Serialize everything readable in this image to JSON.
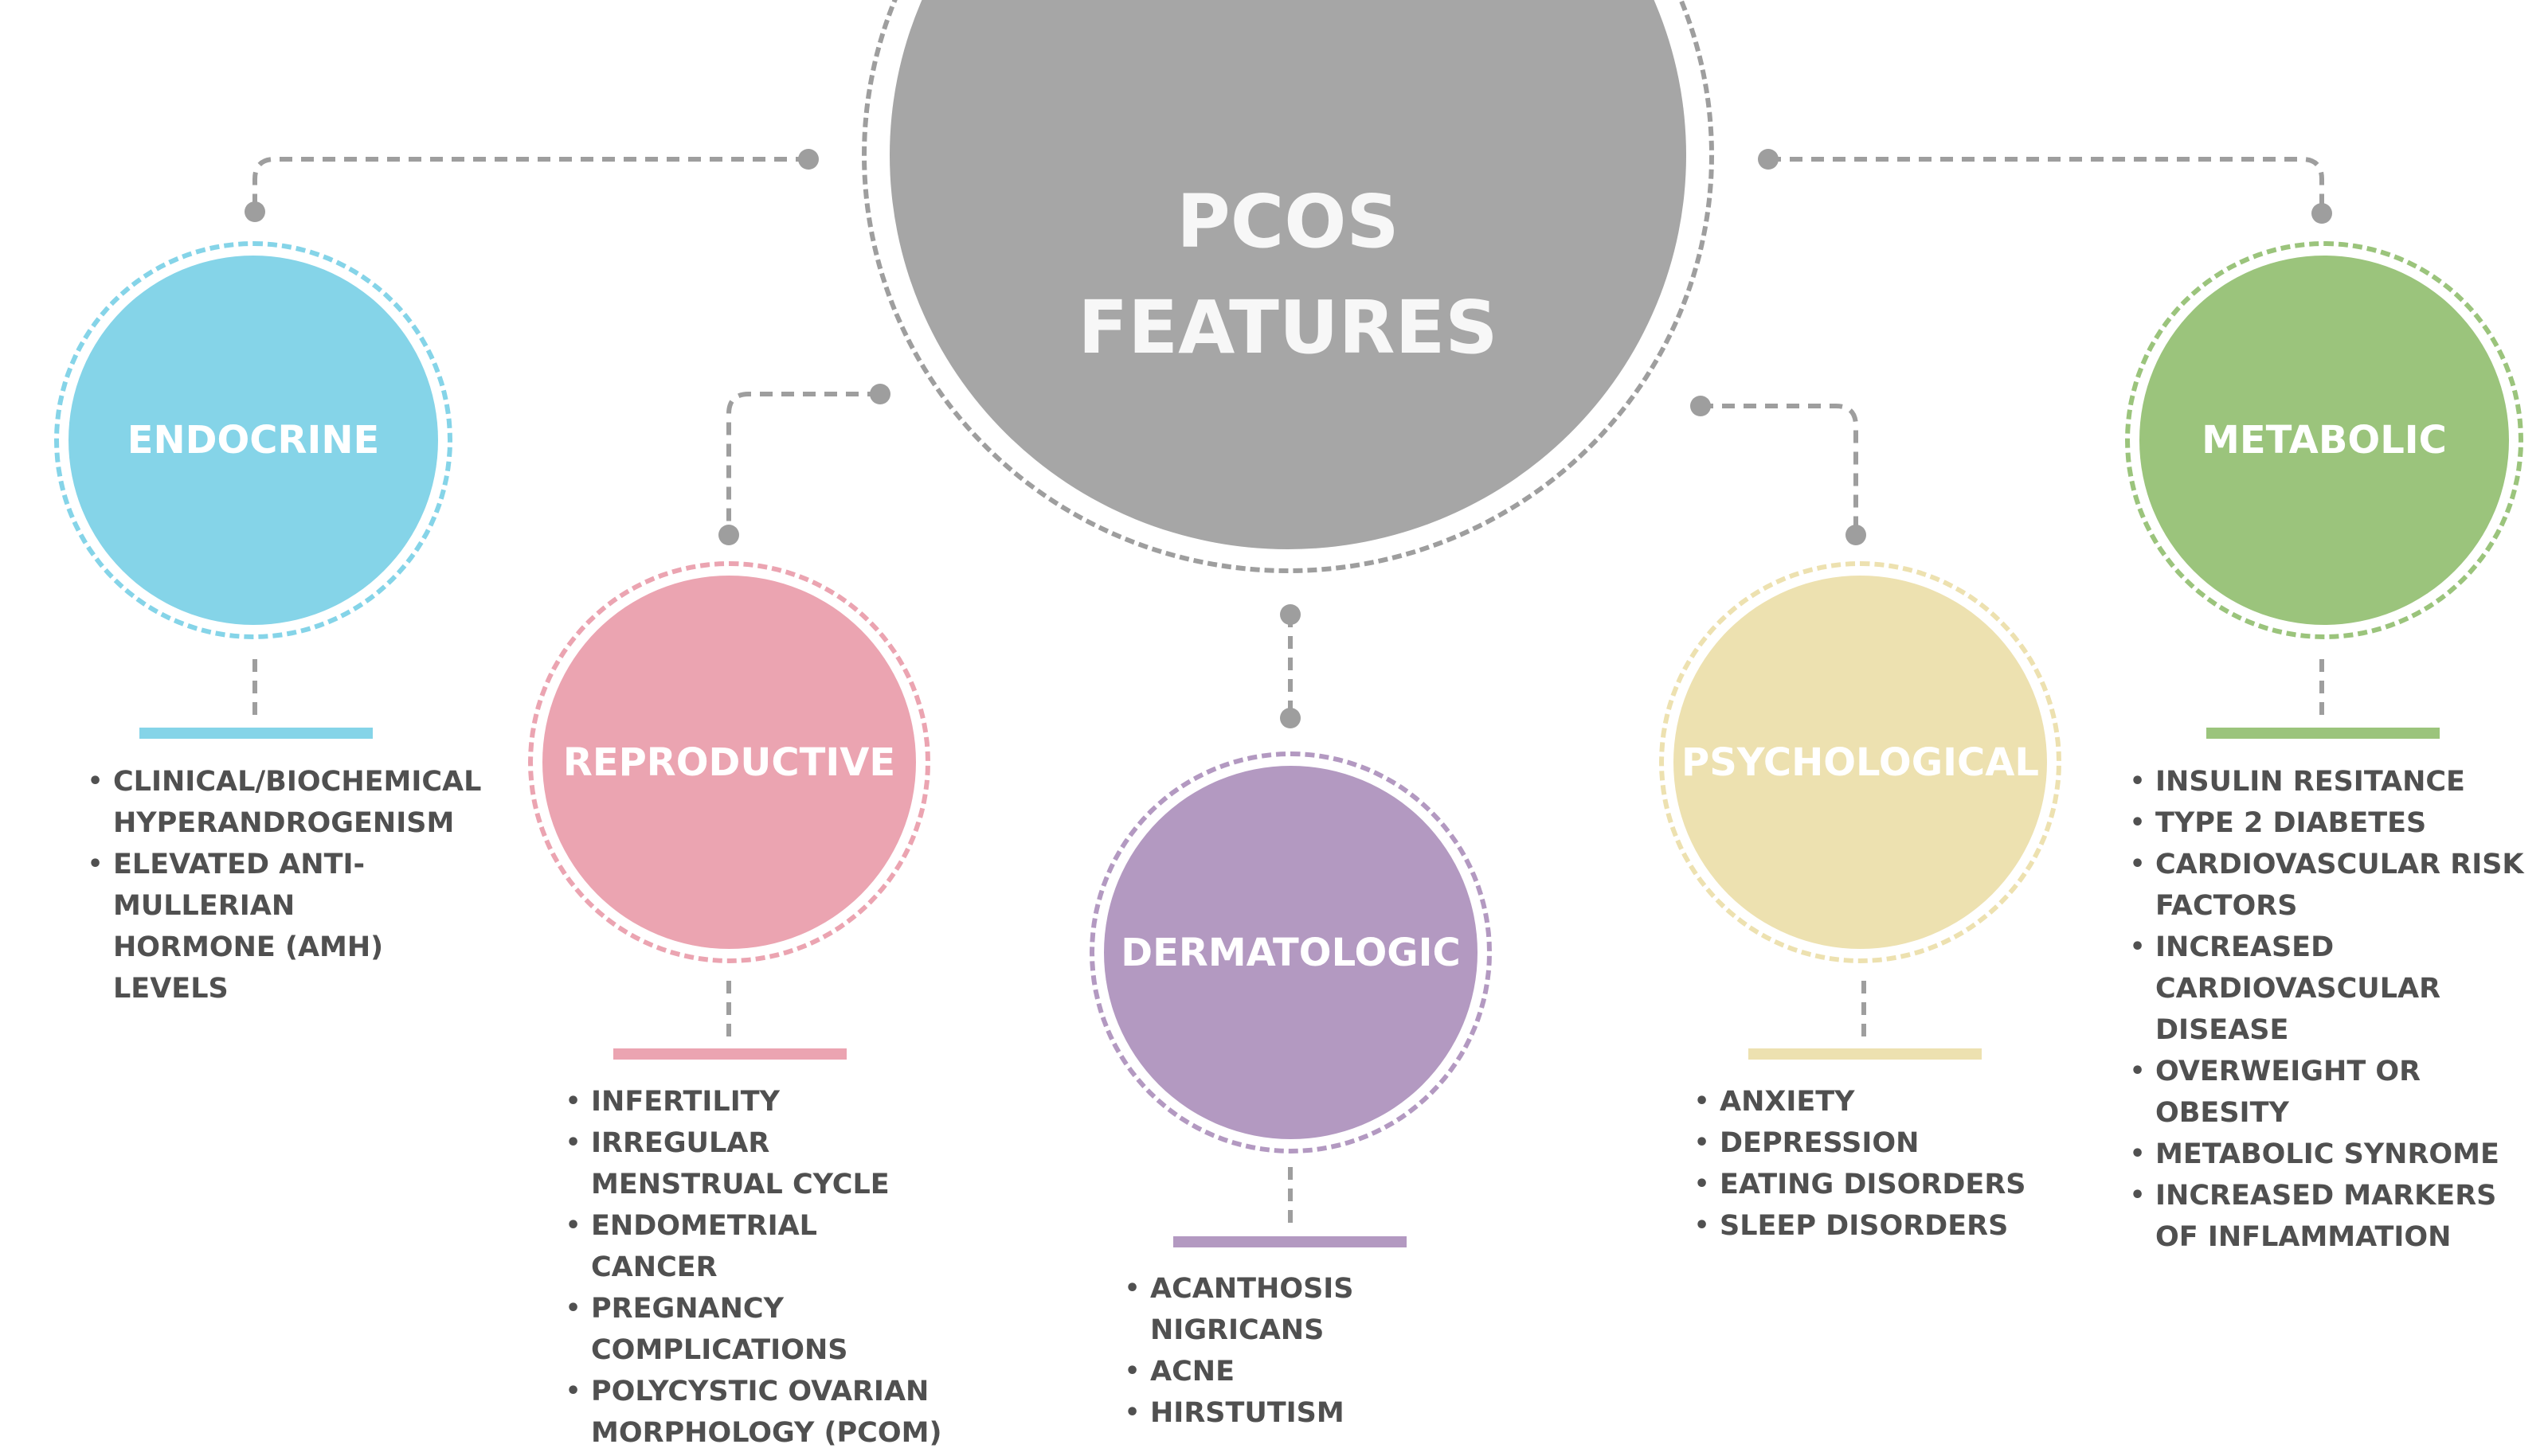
{
  "center": {
    "line1": "PCOS",
    "line2": "FEATURES",
    "color": "#a6a6a6"
  },
  "categories": [
    {
      "key": "endocrine",
      "label": "ENDOCRINE",
      "color": "#85d4e8",
      "items": [
        "CLINICAL/BIOCHEMICAL HYPERANDROGENISM",
        "ELEVATED ANTI-MULLERIAN HORMONE (AMH) LEVELS"
      ]
    },
    {
      "key": "reproductive",
      "label": "REPRODUCTIVE",
      "color": "#eba4b1",
      "items": [
        "INFERTILITY",
        "IRREGULAR MENSTRUAL CYCLE",
        "ENDOMETRIAL CANCER",
        "PREGNANCY COMPLICATIONS",
        "POLYCYSTIC OVARIAN MORPHOLOGY (PCOM)"
      ]
    },
    {
      "key": "dermatologic",
      "label": "DERMATOLOGIC",
      "color": "#b399c1",
      "items": [
        "ACANTHOSIS NIGRICANS",
        "ACNE",
        "HIRSTUTISM"
      ]
    },
    {
      "key": "psychological",
      "label": "PSYCHOLOGICAL",
      "color": "#ede1b0",
      "items": [
        "ANXIETY",
        "DEPRESSION",
        "EATING DISORDERS",
        "SLEEP DISORDERS"
      ]
    },
    {
      "key": "metabolic",
      "label": "METABOLIC",
      "color": "#9bc47c",
      "items": [
        "INSULIN RESITANCE",
        "TYPE 2 DIABETES",
        "CARDIOVASCULAR RISK FACTORS",
        "INCREASED CARDIOVASCULAR DISEASE",
        "OVERWEIGHT OR OBESITY",
        "METABOLIC SYNROME",
        "INCREASED MARKERS OF INFLAMMATION"
      ]
    }
  ]
}
